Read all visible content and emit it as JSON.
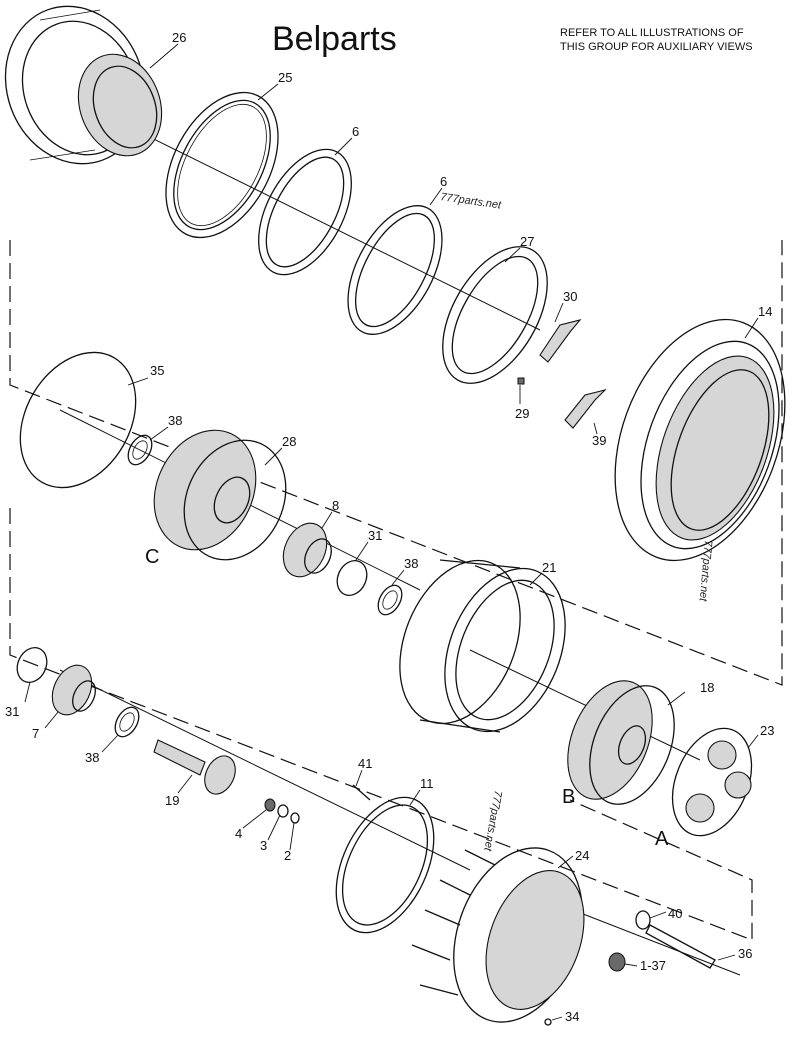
{
  "header": {
    "brand": "Belparts",
    "note_line1": "REFER TO ALL ILLUSTRATIONS OF",
    "note_line2": "THIS GROUP FOR AUXILIARY VIEWS"
  },
  "watermarks": [
    "777parts.net",
    "777parts.net",
    "777parts.net"
  ],
  "view_letters": [
    "A",
    "B",
    "C"
  ],
  "part_labels": [
    "26",
    "25",
    "6",
    "6",
    "27",
    "30",
    "14",
    "35",
    "38",
    "28",
    "8",
    "31",
    "38",
    "29",
    "39",
    "21",
    "31",
    "7",
    "38",
    "19",
    "41",
    "11",
    "4",
    "3",
    "2",
    "18",
    "23",
    "24",
    "40",
    "36",
    "1-37",
    "34"
  ]
}
